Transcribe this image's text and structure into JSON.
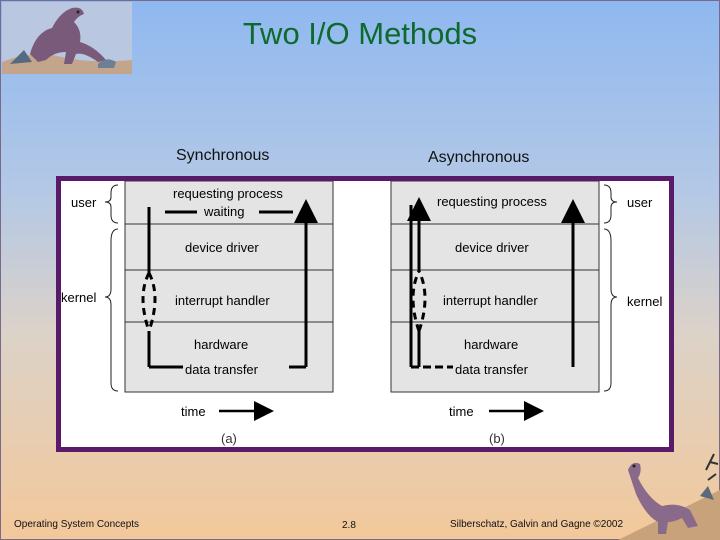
{
  "title": "Two I/O Methods",
  "columns": {
    "sync": "Synchronous",
    "async": "Asynchronous"
  },
  "diagram": {
    "left": {
      "side_labels": {
        "user": "user",
        "kernel": "kernel"
      },
      "layers": {
        "user": "requesting process",
        "waiting": "waiting",
        "driver": "device driver",
        "interrupt": "interrupt handler",
        "hardware": "hardware",
        "transfer": "data transfer"
      },
      "time_label": "time",
      "caption": "(a)"
    },
    "right": {
      "side_labels": {
        "user": "user",
        "kernel": "kernel"
      },
      "layers": {
        "user": "requesting process",
        "driver": "device driver",
        "interrupt": "interrupt handler",
        "hardware": "hardware",
        "transfer": "data transfer"
      },
      "time_label": "time",
      "caption": "(b)"
    }
  },
  "footer": {
    "left": "Operating System Concepts",
    "center": "2.8",
    "right": "Silberschatz, Galvin and Gagne ©2002"
  },
  "colors": {
    "title": "#0d6a2e",
    "panel_border": "#5a1a6a",
    "box_fill": "#e4e4e4"
  }
}
